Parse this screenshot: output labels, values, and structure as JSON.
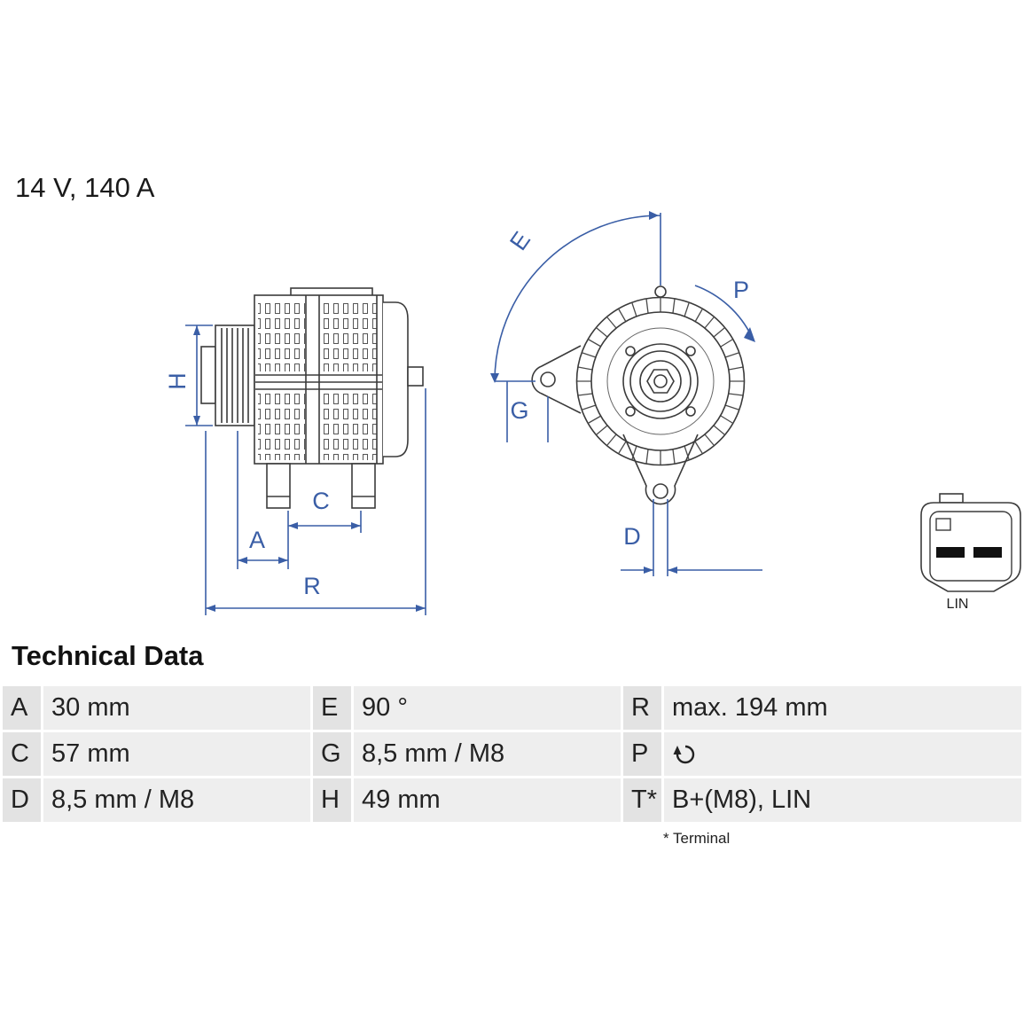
{
  "spec": {
    "rating": "14 V, 140 A"
  },
  "drawing": {
    "dim_labels": {
      "A": "A",
      "C": "C",
      "D": "D",
      "E": "E",
      "G": "G",
      "H": "H",
      "P": "P",
      "R": "R"
    },
    "connector_label": "LIN"
  },
  "technical_data": {
    "heading": "Technical Data",
    "rows": [
      [
        "A",
        "30 mm",
        "E",
        "90 °",
        "R",
        "max. 194 mm"
      ],
      [
        "C",
        "57 mm",
        "G",
        "8,5 mm / M8",
        "P",
        ""
      ],
      [
        "D",
        "8,5 mm / M8",
        "H",
        "49 mm",
        "T*",
        "B+(M8), LIN"
      ]
    ],
    "footnote": "* Terminal"
  }
}
